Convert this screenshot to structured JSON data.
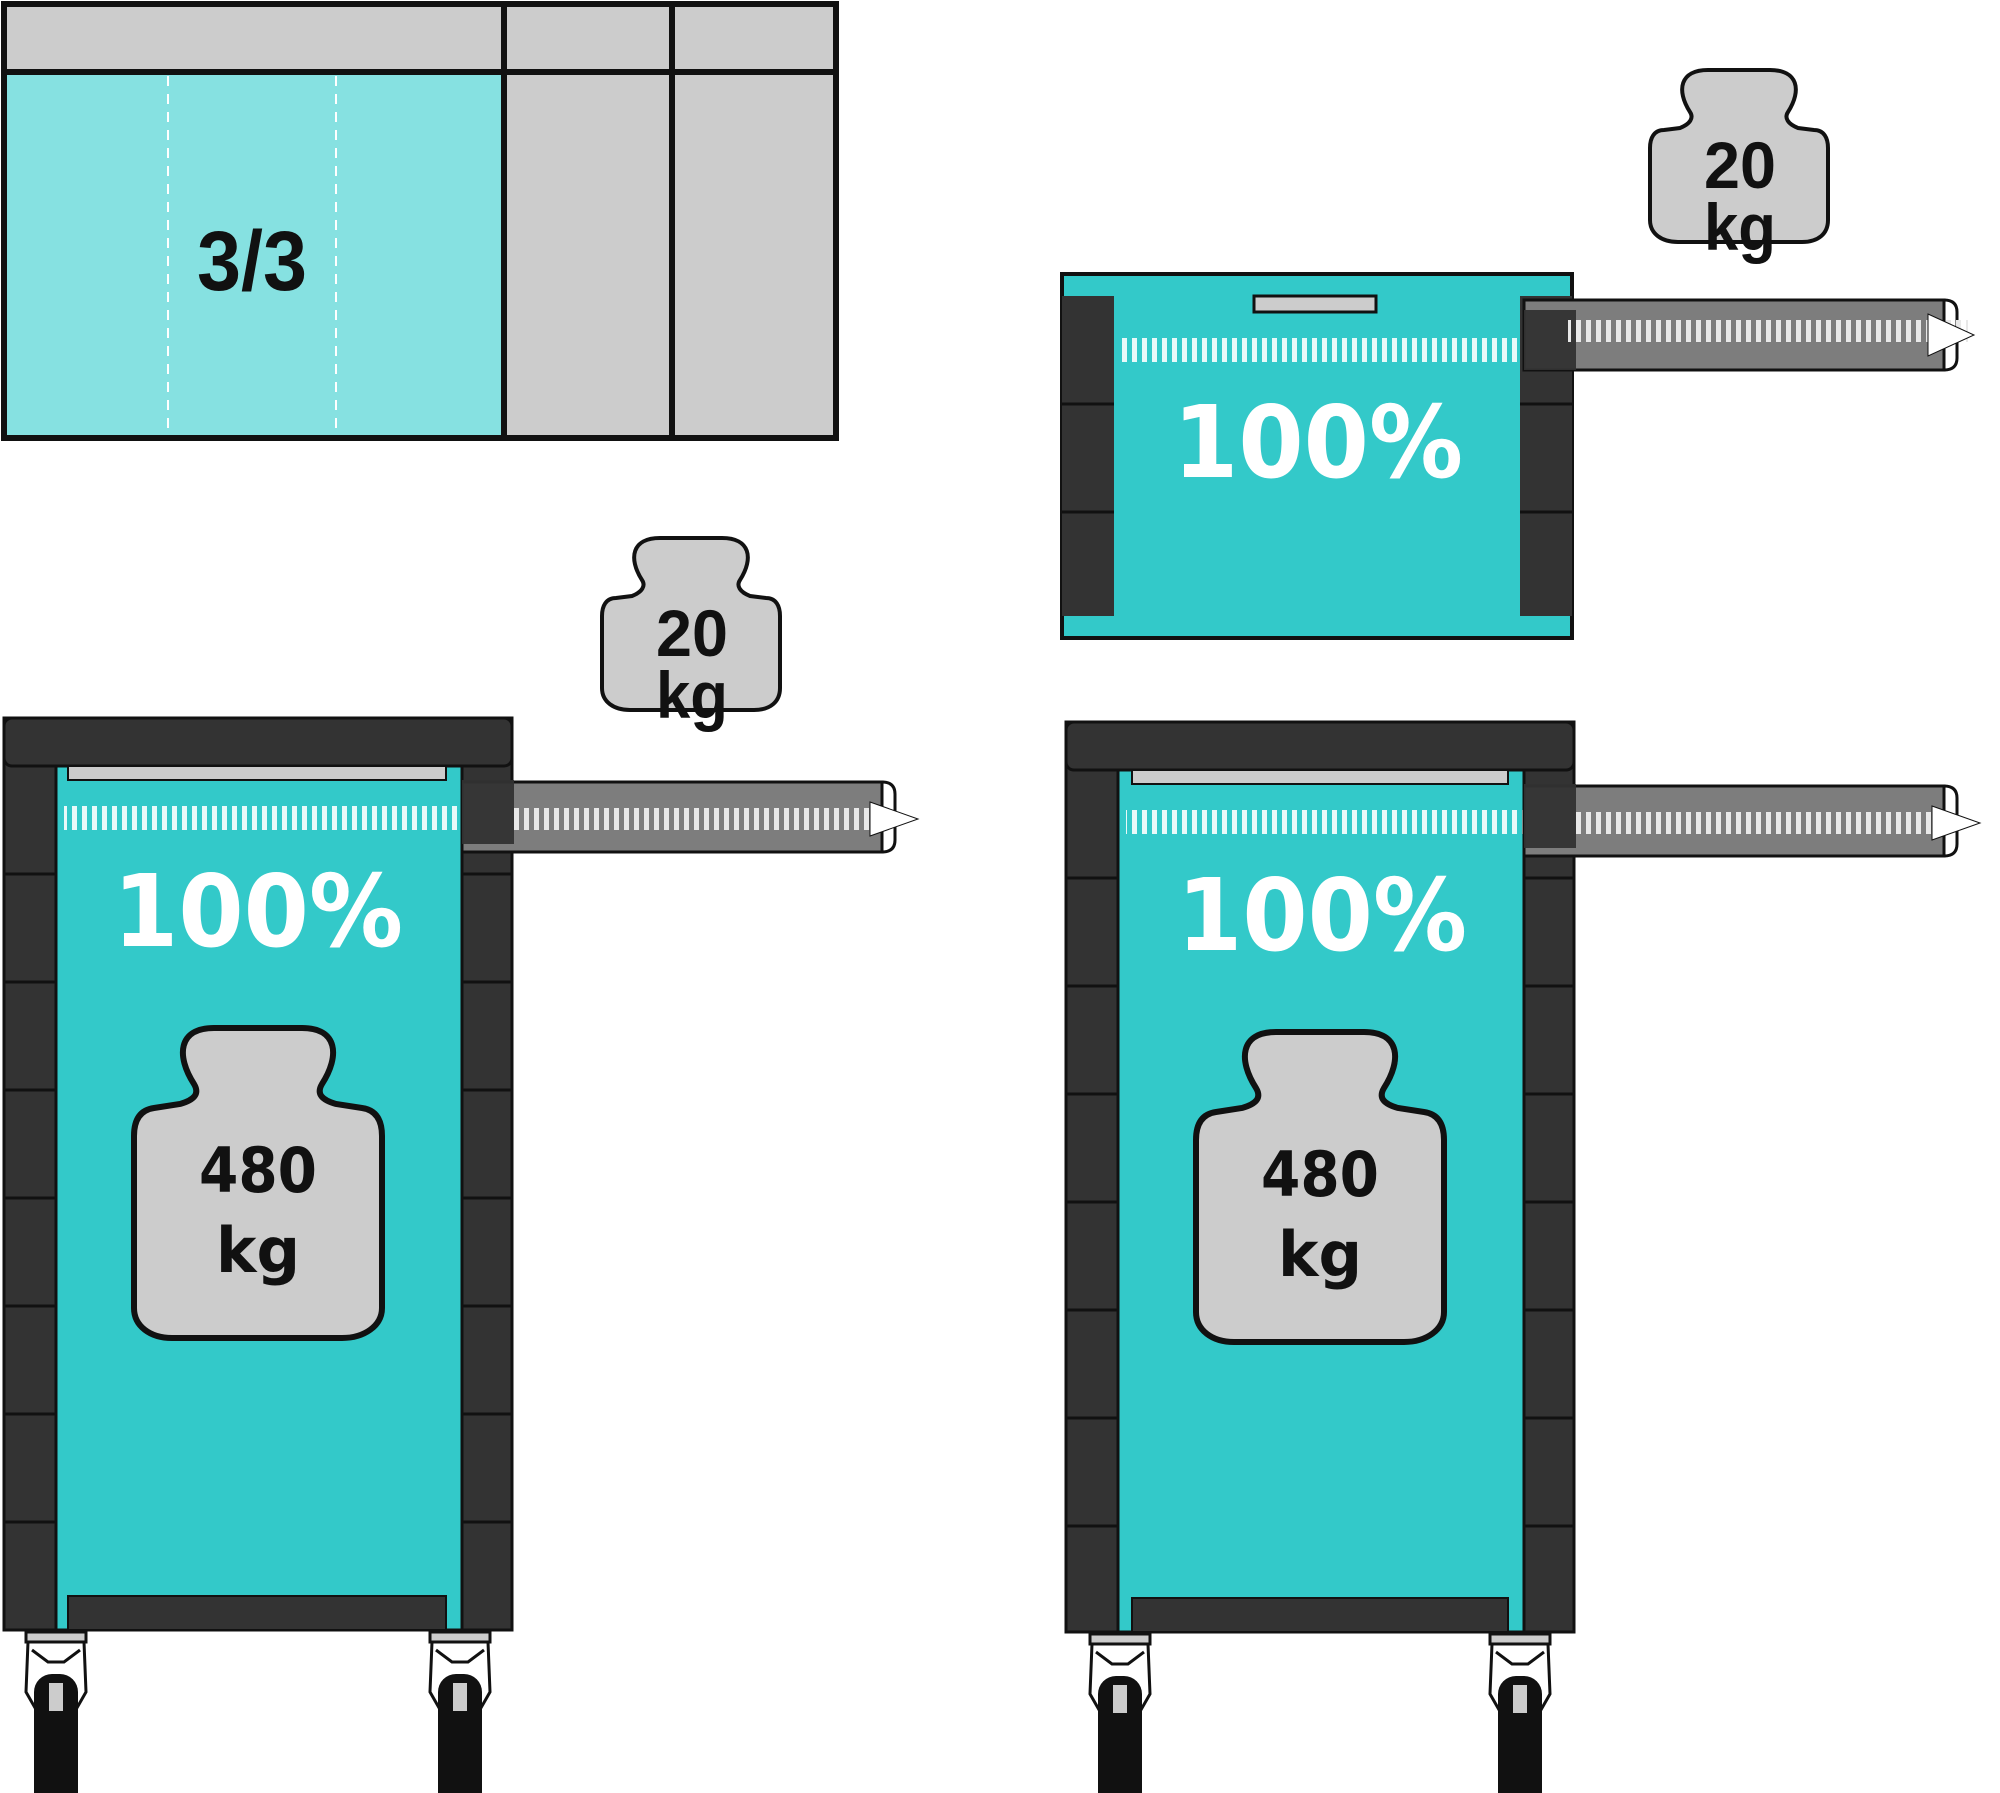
{
  "colors": {
    "teal": "#33c9c9",
    "light_teal": "#86e1e1",
    "frame": "#333333",
    "grey": "#cccccc",
    "slide": "#7d7d7d",
    "outline": "#111111"
  },
  "drawer_fraction": {
    "label": "3/3",
    "filled_parts": 3,
    "total_parts": 3
  },
  "units": [
    {
      "load_percent_label": "100%",
      "cabinet_weight_value": "480",
      "cabinet_weight_unit": "kg",
      "drawer_weight_value": "20",
      "drawer_weight_unit": "kg"
    },
    {
      "load_percent_label": "100%",
      "cabinet_weight_value": "480",
      "cabinet_weight_unit": "kg"
    },
    {
      "load_percent_label": "100%",
      "drawer_weight_value": "20",
      "drawer_weight_unit": "kg"
    }
  ]
}
